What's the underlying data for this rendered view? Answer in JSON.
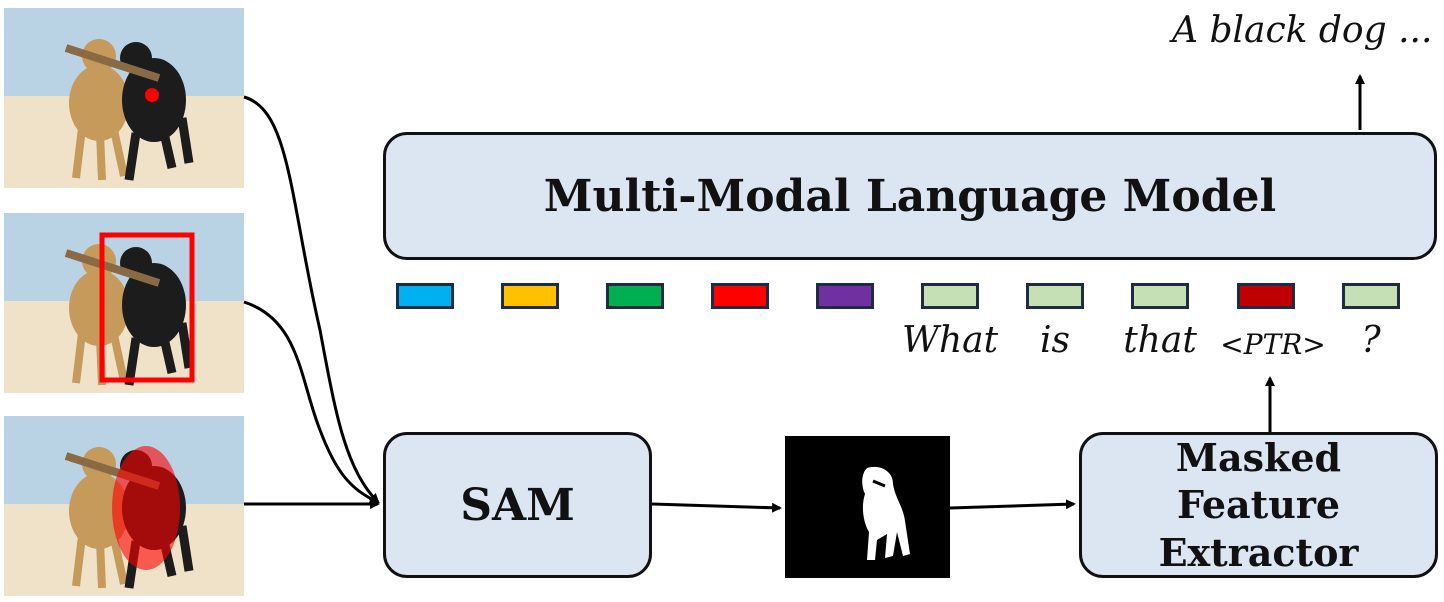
{
  "output_text": "A black dog ...",
  "mllm_label": "Multi-Modal Language Model",
  "sam_label": "SAM",
  "extractor_label": "Masked Feature Extractor",
  "tokens": [
    {
      "color": "#00b0f0"
    },
    {
      "color": "#ffc000"
    },
    {
      "color": "#00b050"
    },
    {
      "color": "#ff0000"
    },
    {
      "color": "#7030a0"
    },
    {
      "color": "#c5e0b4"
    },
    {
      "color": "#c5e0b4"
    },
    {
      "color": "#c5e0b4"
    },
    {
      "color": "#c00000"
    },
    {
      "color": "#c5e0b4"
    }
  ],
  "words": [
    "What",
    "is",
    "that",
    "<PTR>",
    "?"
  ],
  "prompt_panels": [
    {
      "prompt": "point",
      "prompt_color": "#ff0000"
    },
    {
      "prompt": "box",
      "prompt_color": "#ff0000"
    },
    {
      "prompt": "scribble",
      "prompt_color": "#ff0000"
    }
  ]
}
